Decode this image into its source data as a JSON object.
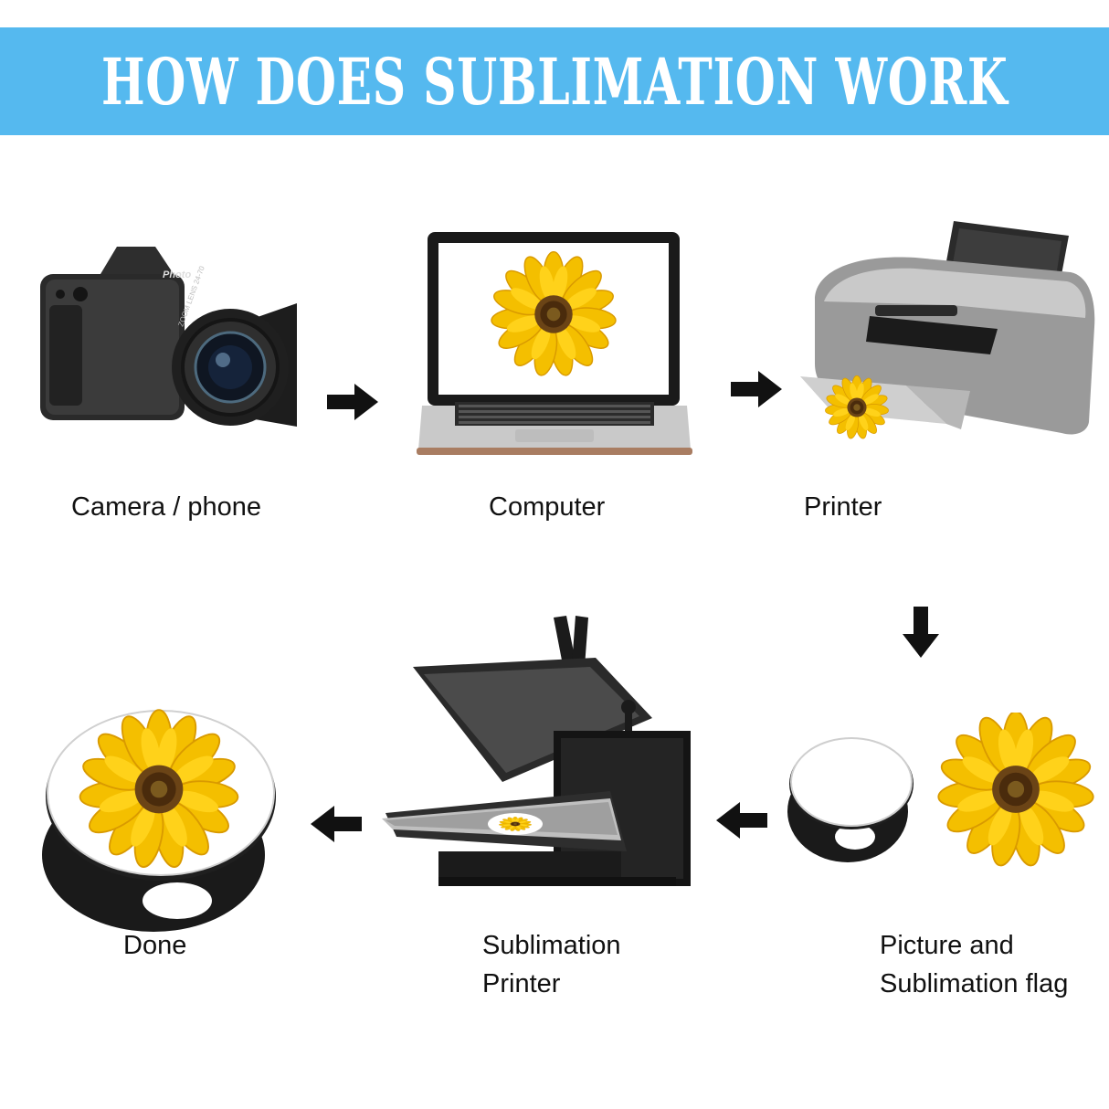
{
  "title": "HOW DOES SUBLIMATION WORK",
  "colors": {
    "banner": "#55b9ef",
    "arrow": "#111111",
    "petal": "#f6c400",
    "seed": "#5a3712"
  },
  "camera": {
    "body_text": "Photo",
    "lens_text": "ZOOM LENS 24-70"
  },
  "steps": [
    {
      "id": "camera",
      "label": "Camera / phone",
      "icon": "camera-icon"
    },
    {
      "id": "computer",
      "label": "Computer",
      "icon": "laptop-icon"
    },
    {
      "id": "printer",
      "label": "Printer",
      "icon": "printer-icon"
    },
    {
      "id": "picture",
      "label_line1": "Picture and",
      "label_line2": "Sublimation flag",
      "icon": "phone-grip-and-sunflower-icon"
    },
    {
      "id": "press",
      "label_line1": "Sublimation",
      "label_line2": "Printer",
      "icon": "heat-press-icon"
    },
    {
      "id": "done",
      "label": "Done",
      "icon": "finished-phone-grip-icon"
    }
  ]
}
